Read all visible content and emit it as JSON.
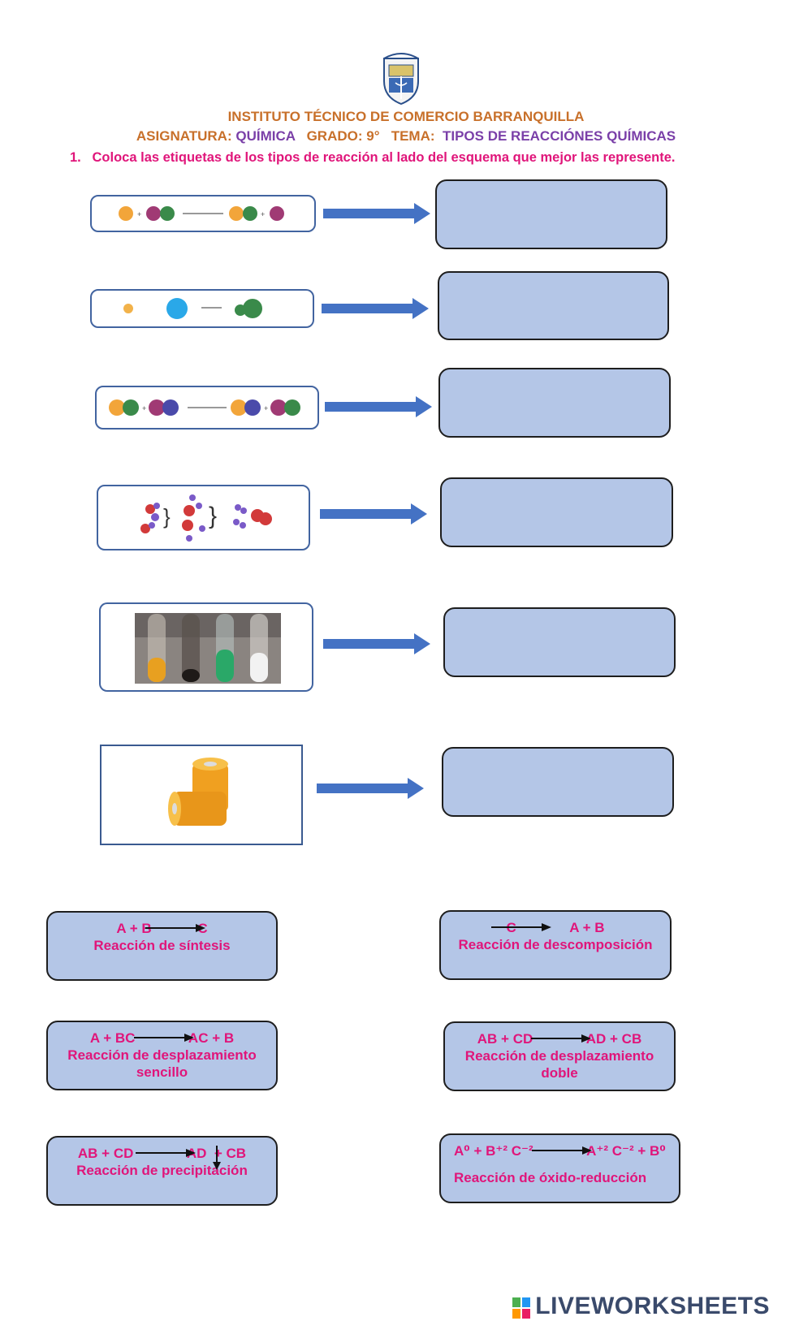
{
  "header": {
    "institution": "INSTITUTO TÉCNICO DE COMERCIO BARRANQUILLA",
    "subject_label": "ASIGNATURA:",
    "subject_value": "QUÍMICA",
    "grade_label": "GRADO:",
    "grade_value": "9°",
    "topic_label": "TEMA:",
    "topic_value": "TIPOS DE REACCIÓNES QUÍMICAS"
  },
  "instruction": "1.   Coloca las etiquetas de los tipos de reacción al lado del esquema que mejor las represente.",
  "labels": [
    {
      "equation": "A + B            C",
      "name": "Reacción de síntesis"
    },
    {
      "equation": "C              A + B",
      "name": "Reacción de descomposición"
    },
    {
      "equation": "A + BC              AC + B",
      "name": "Reacción de desplazamiento sencillo"
    },
    {
      "equation": "AB + CD              AD + CB",
      "name": "Reacción de desplazamiento doble"
    },
    {
      "equation": "AB + CD              AD  + CB",
      "name": "Reacción de precipitación"
    },
    {
      "equation": "A⁰ + B⁺² C⁻²              A⁺² C⁻² + B⁰",
      "name": "Reacción de óxido-reducción"
    }
  ],
  "brand": "LIVEWORKSHEETS",
  "colors": {
    "box_fill": "#b4c6e7",
    "arrow": "#4472c4",
    "label_text": "#e0157a",
    "heading_orange": "#c8702a",
    "heading_purple": "#7a3fa8"
  }
}
